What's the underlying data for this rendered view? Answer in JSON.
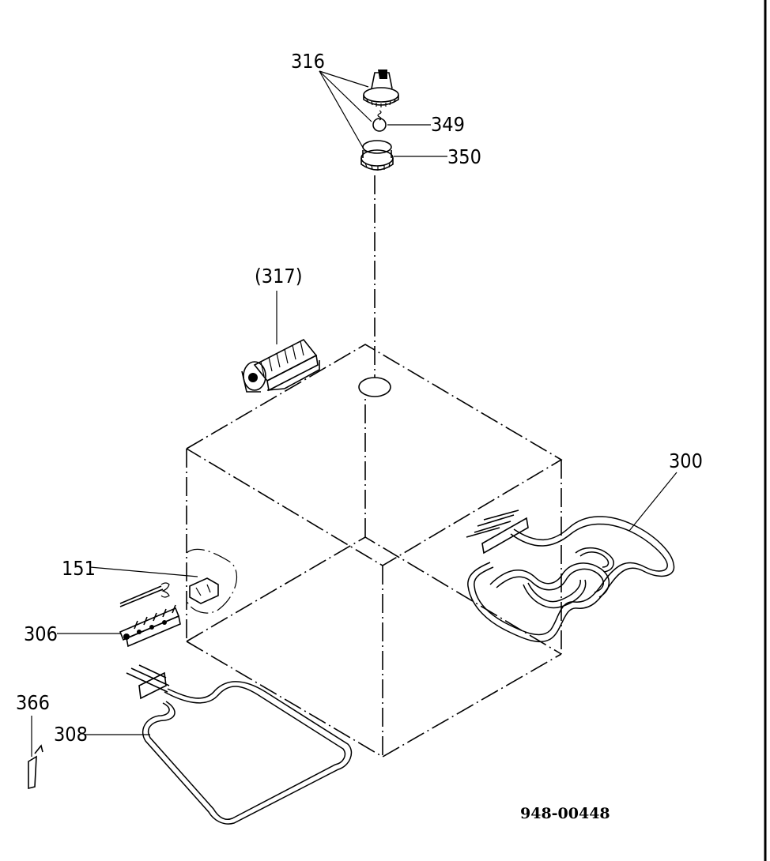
{
  "labels": {
    "p316": "316",
    "p349": "349",
    "p350": "350",
    "p317": "(317)",
    "p300": "300",
    "p151": "151",
    "p306": "306",
    "p366": "366",
    "p308": "308"
  },
  "drawing_code": "948-00448",
  "colors": {
    "line": "#000000",
    "background": "#ffffff"
  }
}
